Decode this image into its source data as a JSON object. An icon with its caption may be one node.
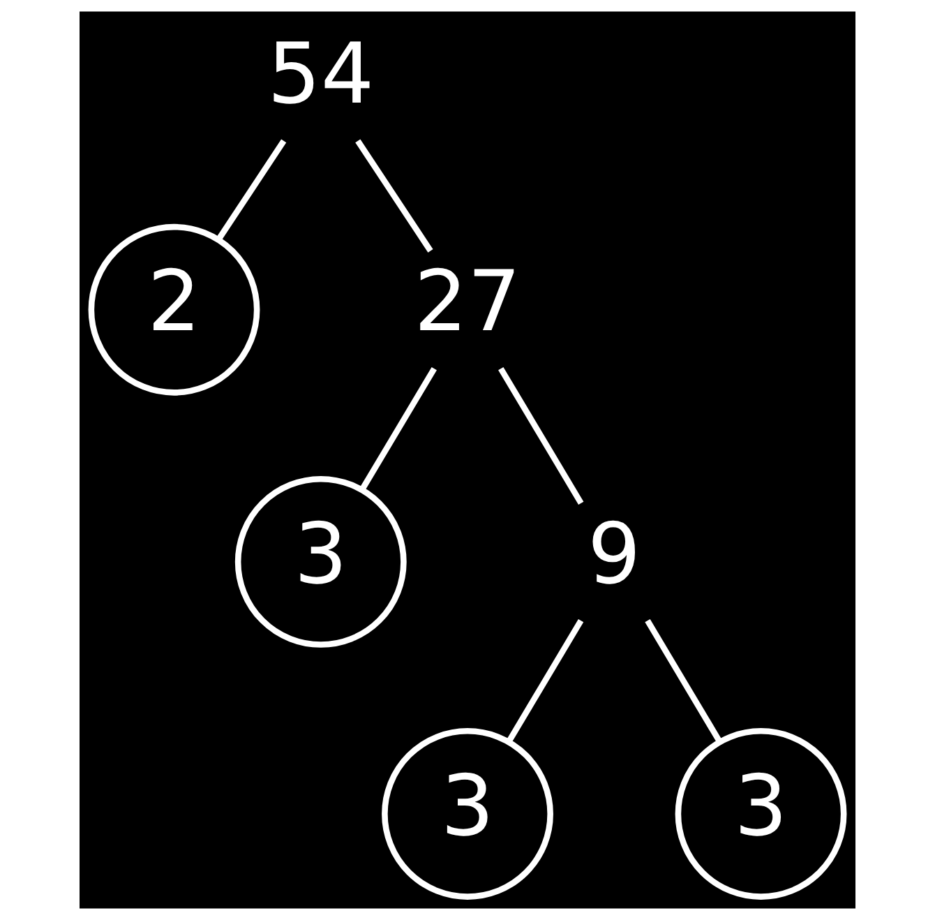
{
  "diagram": {
    "nodes": [
      {
        "text": [
          "54"
        ]
      },
      {
        "text": [
          "2"
        ]
      },
      {
        "text": [
          "27"
        ]
      },
      {
        "text": [
          "3"
        ]
      },
      {
        "text": [
          "9"
        ]
      },
      {
        "text": [
          "3"
        ]
      },
      {
        "text": [
          "3"
        ]
      }
    ],
    "edges": [
      {
        "from": 0,
        "to": 1,
        "arrow": "none"
      },
      {
        "from": 0,
        "to": 2,
        "arrow": "none"
      },
      {
        "from": 2,
        "to": 3,
        "arrow": "none"
      },
      {
        "from": 2,
        "to": 4,
        "arrow": "none"
      },
      {
        "from": 4,
        "to": 5,
        "arrow": "none"
      },
      {
        "from": 4,
        "to": 6,
        "arrow": "none"
      }
    ]
  }
}
